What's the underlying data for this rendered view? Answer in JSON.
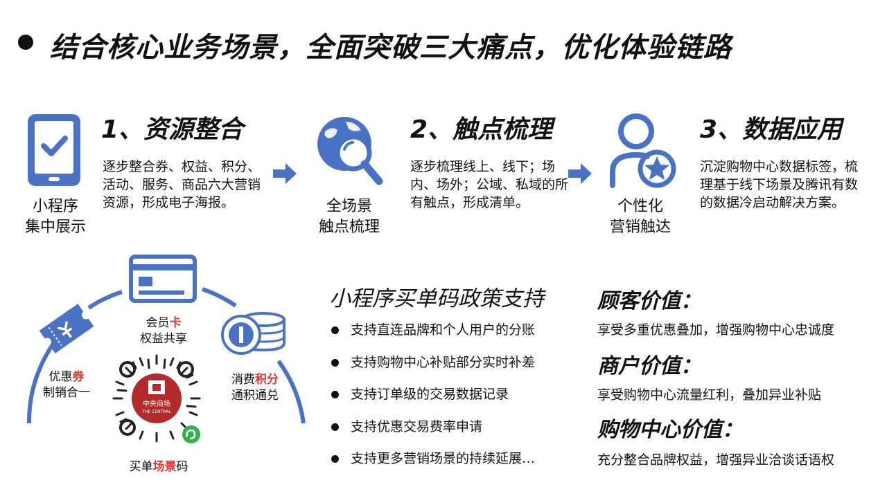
{
  "title": "结合核心业务场景，全面突破三大痛点，优化体验链路",
  "steps": [
    {
      "heading": "1、资源整合",
      "description": "逐步整合券、权益、积分、活动、服务、商品六大营销资源，形成电子海报。",
      "icon_caption_1": "小程序",
      "icon_caption_2": "集中展示"
    },
    {
      "heading": "2、触点梳理",
      "description": "逐步梳理线上、线下；场内、场外；公域、私域的所有触点，形成清单。",
      "icon_caption_1": "全场景",
      "icon_caption_2": "触点梳理"
    },
    {
      "heading": "3、数据应用",
      "description": "沉淀购物中心数据标签，梳理基于线下场景及腾讯有数的数据冷启动解决方案。",
      "icon_caption_1": "个性化",
      "icon_caption_2": "营销触达"
    }
  ],
  "diagram": {
    "coupon": {
      "pre": "优惠",
      "highlight": "券",
      "line2": "制销合一"
    },
    "card": {
      "pre": "会员",
      "highlight": "卡",
      "line2": "权益共享"
    },
    "points": {
      "pre": "消费",
      "highlight": "积分",
      "line2": "通积通兑"
    },
    "qr_caption": {
      "pre": "买单",
      "highlight": "场景",
      "post": "码"
    },
    "logo_text": "中央商场",
    "logo_sub": "THE CENTRAL"
  },
  "policy": {
    "title": "小程序买单码政策支持",
    "items": [
      "支持直连品牌和个人用户的分账",
      "支持购物中心补贴部分实时补差",
      "支持订单级的交易数据记录",
      "支持优惠交易费率申请",
      "支持更多营销场景的持续延展…"
    ]
  },
  "values": [
    {
      "heading": "顾客价值：",
      "description": "享受多重优惠叠加，增强购物中心忠诚度"
    },
    {
      "heading": "商户价值：",
      "description": "享受购物中心流量红利，叠加异业补贴"
    },
    {
      "heading": "购物中心价值：",
      "description": "充分整合品牌权益，增强异业洽谈话语权"
    }
  ],
  "colors": {
    "accent": "#4a72c4",
    "highlight": "#e53935",
    "text": "#111111"
  }
}
